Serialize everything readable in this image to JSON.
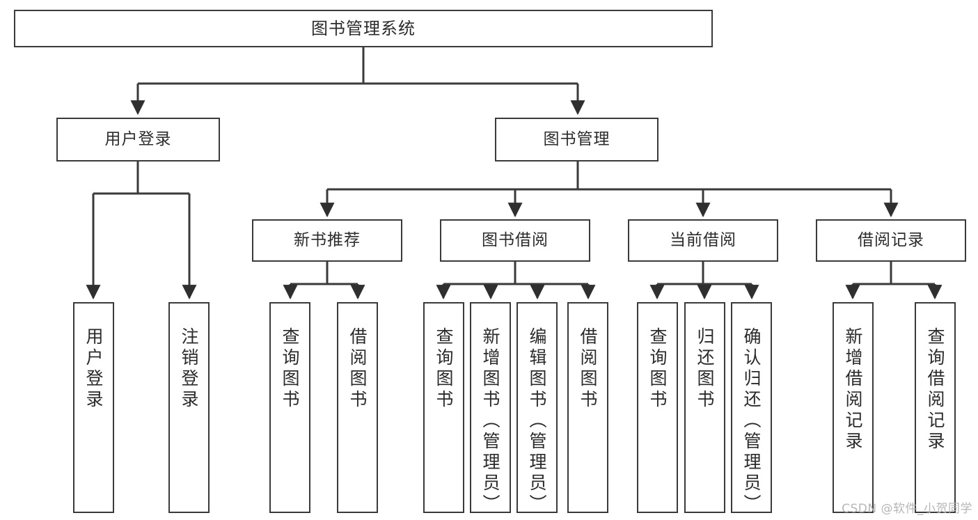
{
  "diagram": {
    "title": "图书管理系统",
    "type": "tree-hierarchy-chart",
    "root": {
      "label": "图书管理系统"
    },
    "level2": [
      {
        "label": "用户登录"
      },
      {
        "label": "图书管理"
      }
    ],
    "level3": [
      {
        "label": "新书推荐"
      },
      {
        "label": "图书借阅"
      },
      {
        "label": "当前借阅"
      },
      {
        "label": "借阅记录"
      }
    ],
    "leaves": [
      {
        "label": "用户登录",
        "parent": "用户登录"
      },
      {
        "label": "注销登录",
        "parent": "用户登录"
      },
      {
        "label": "查询图书",
        "parent": "新书推荐"
      },
      {
        "label": "借阅图书",
        "parent": "新书推荐"
      },
      {
        "label": "查询图书",
        "parent": "图书借阅"
      },
      {
        "label": "新增图书（管理员）",
        "parent": "图书借阅"
      },
      {
        "label": "编辑图书（管理员）",
        "parent": "图书借阅"
      },
      {
        "label": "借阅图书",
        "parent": "图书借阅"
      },
      {
        "label": "查询图书",
        "parent": "当前借阅"
      },
      {
        "label": "归还图书",
        "parent": "当前借阅"
      },
      {
        "label": "确认归还（管理员）",
        "parent": "当前借阅"
      },
      {
        "label": "新增借阅记录",
        "parent": "借阅记录"
      },
      {
        "label": "查询借阅记录",
        "parent": "借阅记录"
      }
    ]
  },
  "watermark": {
    "text": "CSDN @软件_小贺同学"
  },
  "colors": {
    "border": "#3a3a3a",
    "text": "#2b2b2b",
    "background": "#ffffff",
    "watermark": "#b6b6b6"
  }
}
